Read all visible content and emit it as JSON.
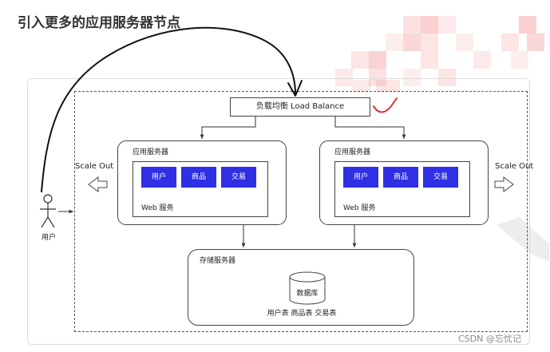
{
  "title": "引入更多的应用服务器节点",
  "load_balancer": {
    "label": "负载均衡 Load Balance"
  },
  "app_servers": [
    {
      "label": "应用服务器",
      "modules": [
        "用户",
        "商品",
        "交易"
      ],
      "web_label": "Web 服务"
    },
    {
      "label": "应用服务器",
      "modules": [
        "用户",
        "商品",
        "交易"
      ],
      "web_label": "Web 服务"
    }
  ],
  "storage": {
    "label": "存储服务器",
    "db_label": "数据库",
    "tables_label": "用户表 商品表 交易表"
  },
  "scale_out": {
    "left": "Scale Out",
    "right": "Scale Out"
  },
  "user": {
    "label": "用户"
  },
  "watermark": "CSDN @忘忧记",
  "colors": {
    "module_fill": "#2f2fe6",
    "annotation_red": "#e02020",
    "blur_pink": "#f4a8a8"
  }
}
